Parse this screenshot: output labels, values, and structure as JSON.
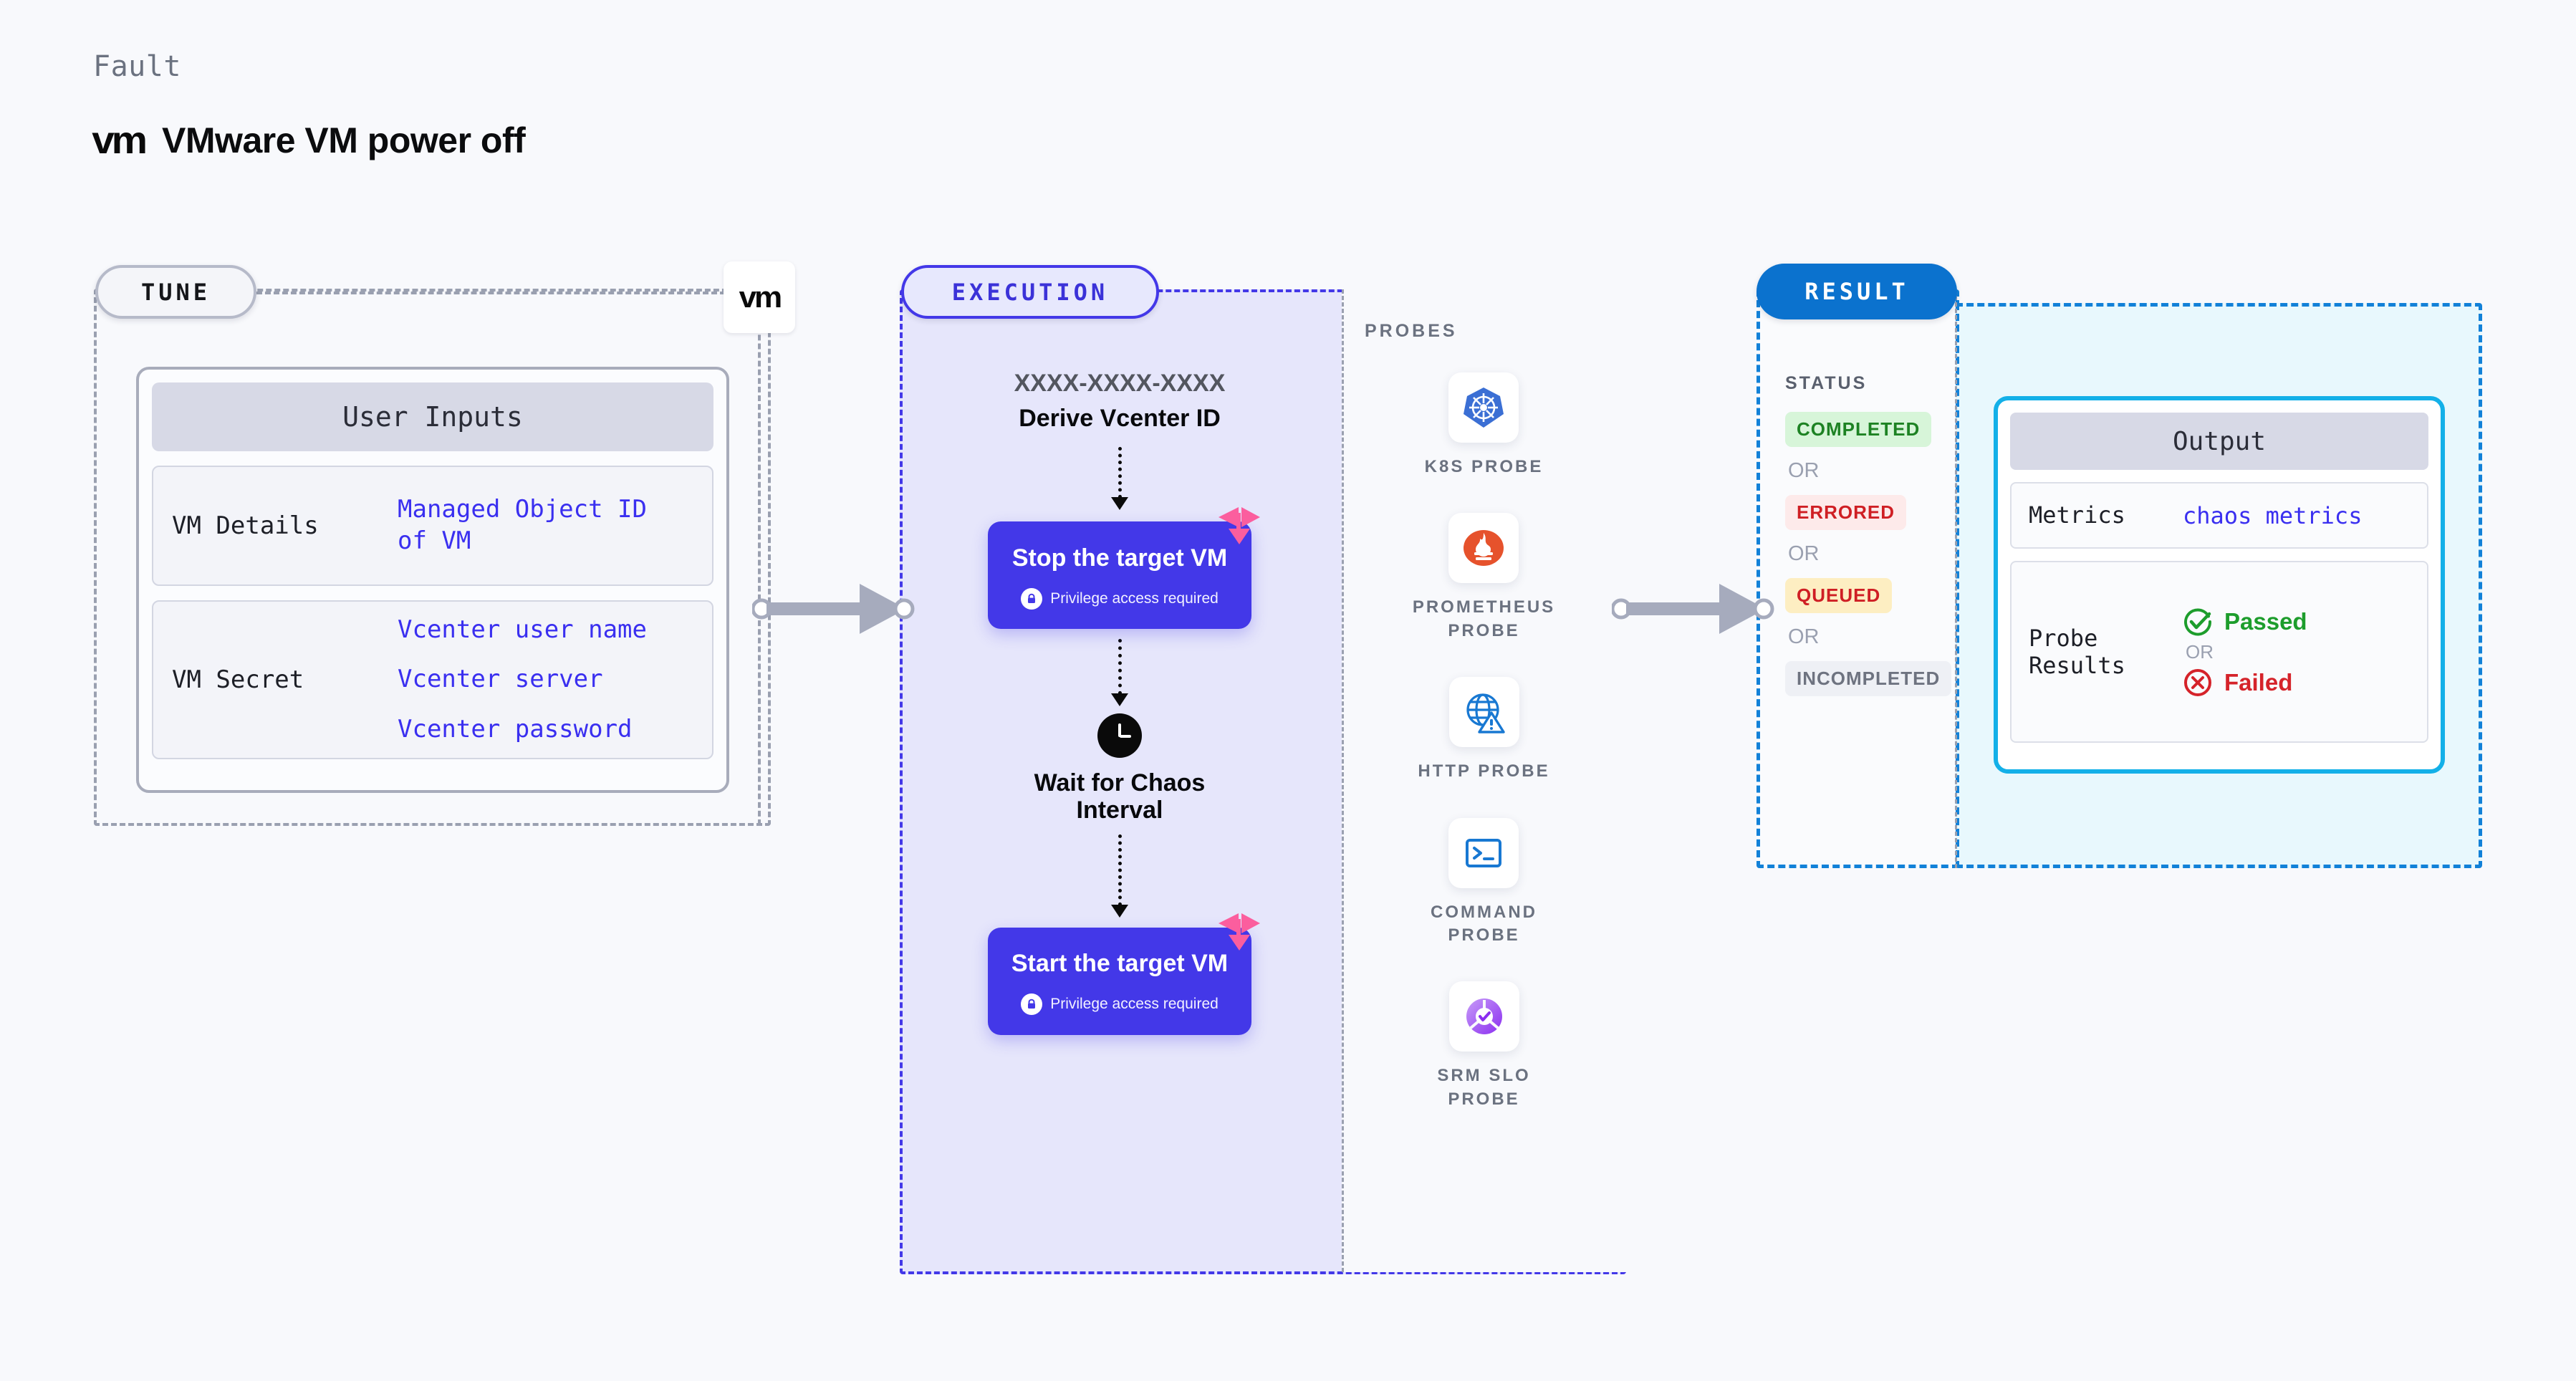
{
  "header": {
    "eyebrow": "Fault",
    "logo_text": "vm",
    "title": "VMware VM power off"
  },
  "tune": {
    "pill_label": "TUNE",
    "badge_logo": "vm",
    "card": {
      "heading": "User Inputs",
      "rows": [
        {
          "label": "VM Details",
          "values": [
            "Managed Object ID",
            "of VM"
          ]
        },
        {
          "label": "VM Secret",
          "values": [
            "Vcenter user name",
            "Vcenter server",
            "Vcenter password"
          ]
        }
      ]
    }
  },
  "execution": {
    "pill_label": "EXECUTION",
    "derive_id": "XXXX-XXXX-XXXX",
    "derive_label": "Derive Vcenter ID",
    "steps": [
      {
        "title": "Stop the target VM",
        "sub": "Privilege access required"
      },
      {
        "title": "Start the target VM",
        "sub": "Privilege access required"
      }
    ],
    "wait": {
      "label_line1": "Wait for Chaos",
      "label_line2": "Interval"
    }
  },
  "probes": {
    "title": "PROBES",
    "items": [
      {
        "name": "K8S PROBE",
        "icon": "kubernetes-icon"
      },
      {
        "name": "PROMETHEUS\nPROBE",
        "icon": "prometheus-icon"
      },
      {
        "name": "HTTP PROBE",
        "icon": "http-globe-warning-icon"
      },
      {
        "name": "COMMAND\nPROBE",
        "icon": "terminal-icon"
      },
      {
        "name": "SRM SLO\nPROBE",
        "icon": "srm-slo-icon"
      }
    ]
  },
  "result": {
    "pill_label": "RESULT",
    "status_title": "STATUS",
    "or_label": "OR",
    "statuses": [
      {
        "label": "COMPLETED",
        "style": "chip-completed"
      },
      {
        "label": "ERRORED",
        "style": "chip-errored"
      },
      {
        "label": "QUEUED",
        "style": "chip-queued"
      },
      {
        "label": "INCOMPLETED",
        "style": "chip-incompleted"
      }
    ]
  },
  "output": {
    "heading": "Output",
    "metrics_label": "Metrics",
    "metrics_value": "chaos metrics",
    "probe_results_label_line1": "Probe",
    "probe_results_label_line2": "Results",
    "passed_label": "Passed",
    "or_label": "OR",
    "failed_label": "Failed"
  },
  "colors": {
    "page_bg": "#f8f9fc",
    "accent_indigo": "#4338e8",
    "accent_blue": "#0b72ce",
    "accent_cyan": "#13b0e8",
    "chaos_pink": "#fb5e9e",
    "value_blue": "#3a2ff0",
    "muted_gray": "#9aa0b0"
  }
}
